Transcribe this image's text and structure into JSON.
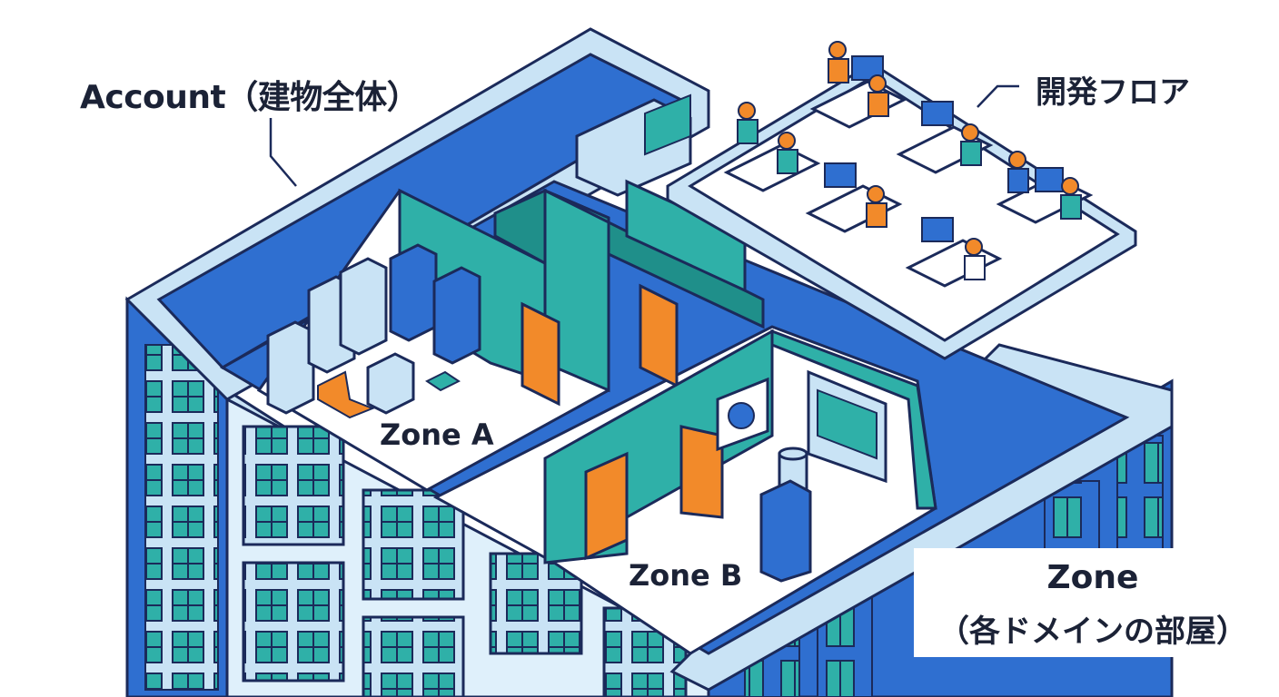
{
  "labels": {
    "account": "Account（建物全体）",
    "dev_floor": "開発フロア",
    "zone_a": "Zone A",
    "zone_b": "Zone B",
    "zone_title": "Zone",
    "zone_subtitle": "（各ドメインの部屋）"
  },
  "colors": {
    "outline": "#1b2a5a",
    "blue": "#2f6fd0",
    "light_blue": "#c9e3f5",
    "teal": "#2fb0a8",
    "teal_dark": "#1f8f8a",
    "orange": "#f28a2a",
    "floor": "#ffffff",
    "text": "#1b2236"
  },
  "icons": [
    "server-rack-icon",
    "door-icon",
    "database-icon",
    "globe-window-icon",
    "workstation-icon",
    "developer-icon",
    "wrench-icon"
  ]
}
